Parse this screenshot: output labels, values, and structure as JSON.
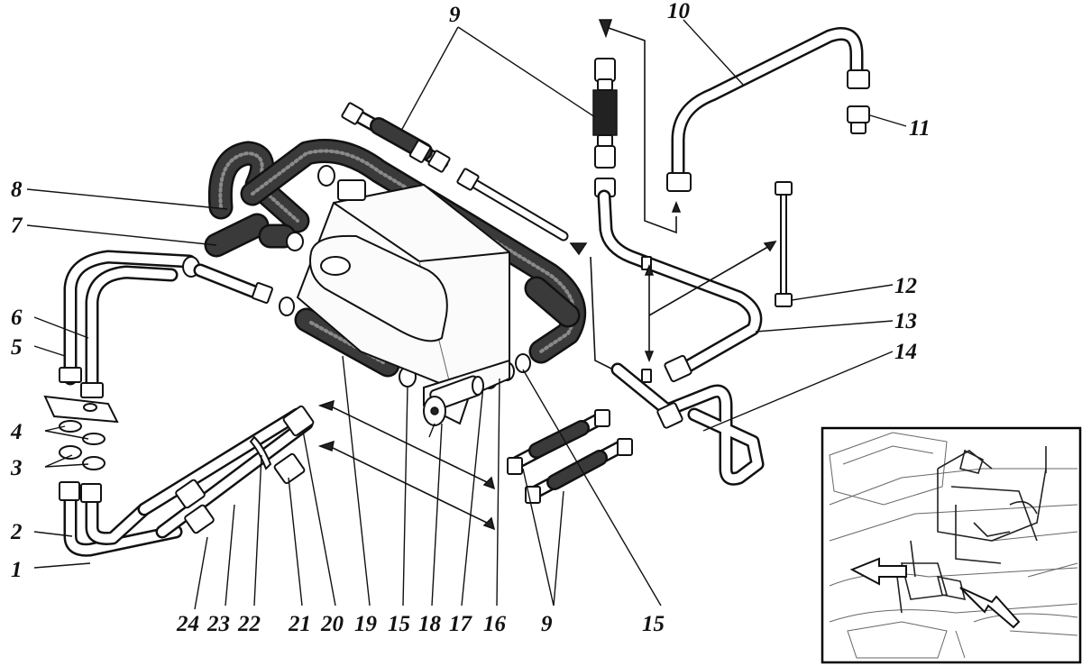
{
  "diagram": {
    "callouts": {
      "c1": "1",
      "c2": "2",
      "c3": "3",
      "c4": "4",
      "c5": "5",
      "c6": "6",
      "c7": "7",
      "c8": "8",
      "c9_top": "9",
      "c9_bottom": "9",
      "c10": "10",
      "c11": "11",
      "c12": "12",
      "c13": "13",
      "c14": "14",
      "c15_left": "15",
      "c15_right": "15",
      "c16": "16",
      "c17": "17",
      "c18": "18",
      "c19": "19",
      "c20": "20",
      "c21": "21",
      "c22": "22",
      "c23": "23",
      "c24": "24"
    }
  },
  "colors": {
    "ink": "#111111",
    "paper": "#ffffff",
    "hose": "#3a3a3a"
  }
}
